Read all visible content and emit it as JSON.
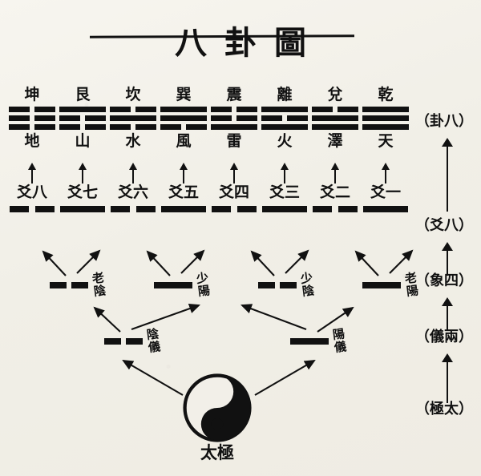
{
  "title": "八卦圖",
  "trigrams": [
    {
      "name": "坤",
      "element": "地",
      "lines": [
        "broken",
        "broken",
        "broken"
      ]
    },
    {
      "name": "艮",
      "element": "山",
      "lines": [
        "solid",
        "broken",
        "broken"
      ]
    },
    {
      "name": "坎",
      "element": "水",
      "lines": [
        "broken",
        "solid",
        "broken"
      ]
    },
    {
      "name": "巽",
      "element": "風",
      "lines": [
        "solid",
        "solid",
        "broken"
      ]
    },
    {
      "name": "震",
      "element": "雷",
      "lines": [
        "broken",
        "broken",
        "solid"
      ]
    },
    {
      "name": "離",
      "element": "火",
      "lines": [
        "solid",
        "broken",
        "solid"
      ]
    },
    {
      "name": "兌",
      "element": "澤",
      "lines": [
        "broken",
        "solid",
        "solid"
      ]
    },
    {
      "name": "乾",
      "element": "天",
      "lines": [
        "solid",
        "solid",
        "solid"
      ]
    }
  ],
  "yao": [
    {
      "label": "爻八",
      "line": "broken"
    },
    {
      "label": "爻七",
      "line": "solid"
    },
    {
      "label": "爻六",
      "line": "broken"
    },
    {
      "label": "爻五",
      "line": "solid"
    },
    {
      "label": "爻四",
      "line": "broken"
    },
    {
      "label": "爻三",
      "line": "solid"
    },
    {
      "label": "爻二",
      "line": "broken"
    },
    {
      "label": "爻一",
      "line": "solid"
    }
  ],
  "four_images": [
    {
      "label": "老陰",
      "line": "broken"
    },
    {
      "label": "少陽",
      "line": "solid"
    },
    {
      "label": "少陰",
      "line": "broken"
    },
    {
      "label": "老陽",
      "line": "solid"
    }
  ],
  "two_modes": [
    {
      "label": "陰儀",
      "line": "broken"
    },
    {
      "label": "陽儀",
      "line": "solid"
    }
  ],
  "taiji": {
    "label": "太極",
    "icon": "yin-yang-icon"
  },
  "stages": [
    {
      "label": "（卦八）"
    },
    {
      "label": "（爻八）"
    },
    {
      "label": "（象四）"
    },
    {
      "label": "（儀兩）"
    },
    {
      "label": "（極太）"
    }
  ],
  "colors": {
    "ink": "#111111",
    "paper": "#f2efe8"
  }
}
